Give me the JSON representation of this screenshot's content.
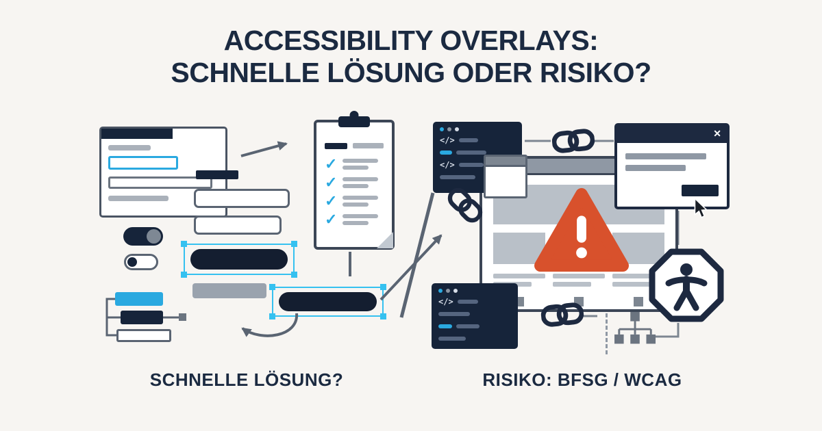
{
  "title": {
    "line1": "ACCESSIBILITY OVERLAYS:",
    "line2": "SCHNELLE LÖSUNG ODER RISIKO?"
  },
  "captions": {
    "left": "SCHNELLE LÖSUNG?",
    "right": "RISIKO: BFSG / WCAG"
  },
  "glyphs": {
    "check": "✓",
    "close": "✕",
    "code": "</>"
  },
  "colors": {
    "background": "#f7f5f2",
    "navy": "#16243a",
    "cyan": "#2aa9e0",
    "selection": "#35c1f0",
    "warning_red": "#d8512c",
    "outline_gray": "#5a6472",
    "fill_gray": "#b9c0c8"
  }
}
